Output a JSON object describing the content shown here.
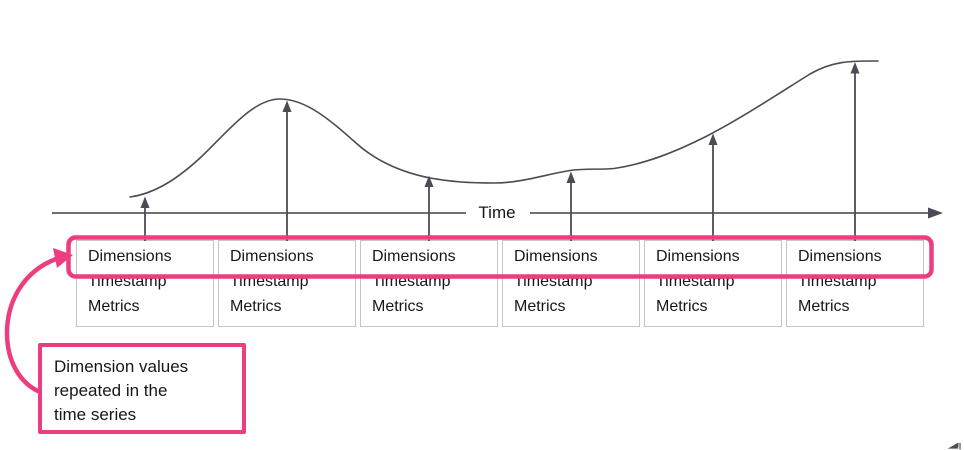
{
  "colors": {
    "accent_pink": "#ec3d80",
    "line_dark": "#4a4b54",
    "card_border": "#c4c4c9",
    "text": "#17171b"
  },
  "axis": {
    "label": "Time"
  },
  "record_cards": [
    {
      "lines": [
        "Dimensions",
        "Timestamp",
        "Metrics"
      ]
    },
    {
      "lines": [
        "Dimensions",
        "Timestamp",
        "Metrics"
      ]
    },
    {
      "lines": [
        "Dimensions",
        "Timestamp",
        "Metrics"
      ]
    },
    {
      "lines": [
        "Dimensions",
        "Timestamp",
        "Metrics"
      ]
    },
    {
      "lines": [
        "Dimensions",
        "Timestamp",
        "Metrics"
      ]
    },
    {
      "lines": [
        "Dimensions",
        "Timestamp",
        "Metrics"
      ]
    }
  ],
  "callout": {
    "lines": [
      "Dimension values",
      "repeated in the",
      "time series"
    ]
  }
}
